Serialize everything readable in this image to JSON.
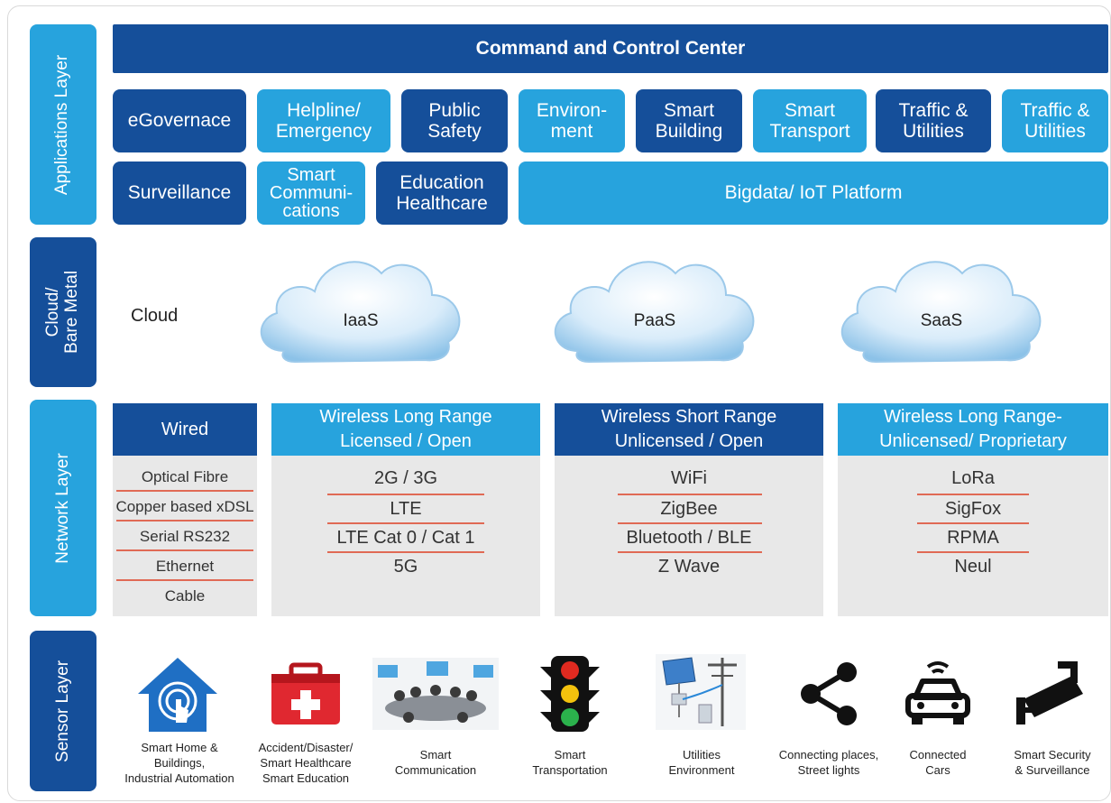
{
  "layers": {
    "applications": "Applications Layer",
    "cloud": "Cloud/\nBare Metal",
    "network": "Network Layer",
    "sensor": "Sensor Layer"
  },
  "applications": {
    "command_center": "Command and Control Center",
    "row1": [
      "eGovernace",
      "Helpline/\nEmergency",
      "Public\nSafety",
      "Environ-\nment",
      "Smart\nBuilding",
      "Smart\nTransport",
      "Traffic &\nUtilities",
      "Traffic &\nUtilities"
    ],
    "row2": [
      "Surveillance",
      "Smart\nCommuni-\ncations",
      "Education\nHealthcare",
      "Bigdata/ IoT Platform"
    ]
  },
  "cloud": {
    "label": "Cloud",
    "services": [
      "IaaS",
      "PaaS",
      "SaaS"
    ]
  },
  "network": {
    "wired": {
      "header": "Wired",
      "items": [
        "Optical Fibre",
        "Copper based xDSL",
        "Serial RS232",
        "Ethernet",
        "Cable"
      ]
    },
    "wl_long_licensed": {
      "header": "Wireless Long Range\nLicensed / Open",
      "items": [
        "2G / 3G",
        "LTE",
        "LTE Cat 0 / Cat 1",
        "5G"
      ]
    },
    "wl_short": {
      "header": "Wireless Short Range\nUnlicensed / Open",
      "items": [
        "WiFi",
        "ZigBee",
        "Bluetooth / BLE",
        "Z Wave"
      ]
    },
    "wl_long_unlicensed": {
      "header": "Wireless Long Range-\nUnlicensed/ Proprietary",
      "items": [
        "LoRa",
        "SigFox",
        "RPMA",
        "Neul"
      ]
    }
  },
  "sensors": [
    {
      "caption": "Smart Home &\nBuildings,\nIndustrial Automation",
      "icon": "smart-home-icon"
    },
    {
      "caption": "Accident/Disaster/\nSmart Healthcare\nSmart Education",
      "icon": "first-aid-kit-icon"
    },
    {
      "caption": "Smart\nCommunication",
      "icon": "conference-room-icon"
    },
    {
      "caption": "Smart\nTransportation",
      "icon": "traffic-light-icon"
    },
    {
      "caption": "Utilities\nEnvironment",
      "icon": "solar-utility-pole-icon"
    },
    {
      "caption": "Connecting places,\nStreet lights",
      "icon": "share-icon"
    },
    {
      "caption": "Connected\nCars",
      "icon": "connected-car-icon"
    },
    {
      "caption": "Smart Security\n& Surveillance",
      "icon": "security-camera-icon"
    }
  ],
  "colors": {
    "dark_blue": "#154f9a",
    "light_blue": "#27a3dd",
    "separator_red": "#e06a55",
    "panel_grey": "#e8e8e8"
  }
}
